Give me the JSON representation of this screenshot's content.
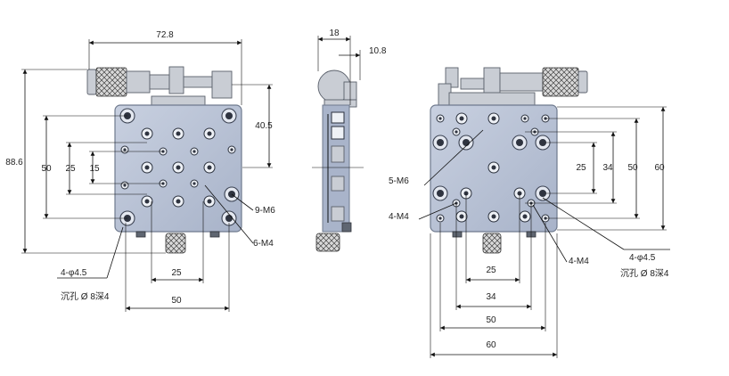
{
  "front_view": {
    "width_dim": "72.8",
    "height_dim": "88.6",
    "right_dim": "40.5",
    "left_dims": [
      "50",
      "25",
      "15"
    ],
    "bottom_dims": [
      "25",
      "50"
    ],
    "callouts": {
      "m6": "9-M6",
      "m4": "6-M4",
      "phi": "4-φ4.5",
      "counterbore": "沉孔 Ø 8深4"
    }
  },
  "side_view": {
    "width_dim": "18",
    "offset_dim": "10.8"
  },
  "back_view": {
    "right_dims": [
      "25",
      "34",
      "50",
      "60"
    ],
    "bottom_dims": [
      "25",
      "34",
      "50",
      "60"
    ],
    "callouts": {
      "m6": "5-M6",
      "m4_left": "4-M4",
      "m4_right": "4-M4",
      "phi": "4-φ4.5",
      "counterbore": "沉孔 Ø 8深4"
    }
  }
}
